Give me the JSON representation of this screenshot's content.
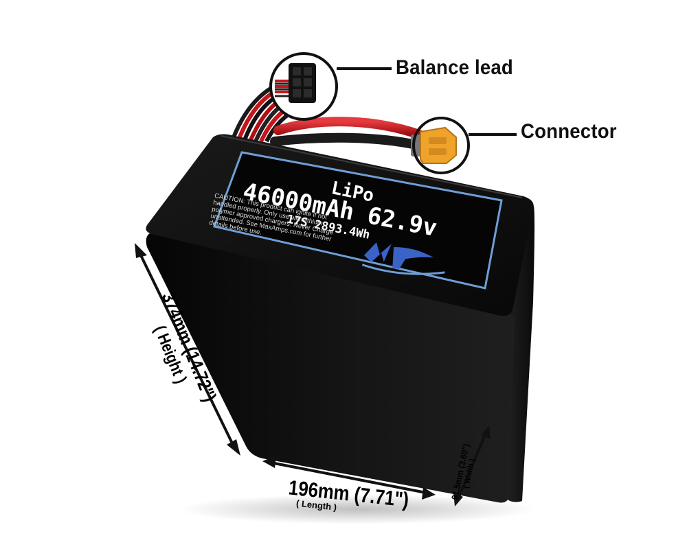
{
  "callouts": {
    "balance_lead": "Balance lead",
    "connector": "Connector"
  },
  "label": {
    "chemistry": "LiPo",
    "capacity_voltage": "46000mAh 62.9v",
    "config_energy": "17S 2893.4Wh",
    "caution_lines": [
      "CAUTION: This product can ignite if not",
      "handled properly. Only use with lithium",
      "polymer approved chargers. Never Charge",
      "unattended. See MaxAmps.com for further",
      "details before use."
    ],
    "logo_text": "MA"
  },
  "dimensions": {
    "height_value": "374mm (14.72\")",
    "height_label": "( Height )",
    "length_value": "196mm (7.71\")",
    "length_label": "( Length )",
    "width_value": "91.5mm (3.60\")",
    "width_label": "( Width )"
  },
  "colors": {
    "battery_body": "#0b0b0b",
    "label_border": "#6e9fd6",
    "wire_red": "#c8141b",
    "connector_yellow": "#f0a32a",
    "logo_blue": "#3a63c8"
  }
}
